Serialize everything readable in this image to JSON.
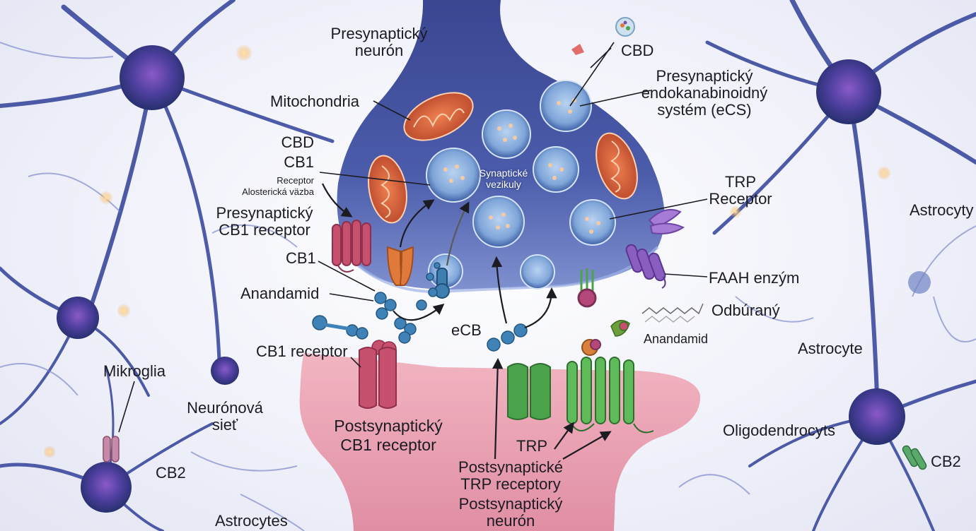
{
  "labels": {
    "presynaptic_neuron": [
      "Presynaptický",
      "neurón"
    ],
    "cbd_top": "CBD",
    "presynaptic_ecs": [
      "Presynaptický",
      "endokanabinoidný",
      "systém (eCS)"
    ],
    "mitochondria": "Mitochondria",
    "cbd_left": "CBD",
    "cb1_left": "CB1",
    "receptor_small": "Receptor",
    "allosteric_binding": "Alosterická väzba",
    "presynaptic_cb1": [
      "Presynaptický",
      "CB1 receptor"
    ],
    "synaptic_vesicles": [
      "Synaptické",
      "vezikuly"
    ],
    "trp_receptor": [
      "TRP",
      "Receptor"
    ],
    "astrocyte_right_edge": "Astrocyty",
    "cb1_mid": "CB1",
    "faah": "FAAH enzým",
    "anandamide_left": "Anandamid",
    "degraded": "Odbúraný",
    "ecb": "eCB",
    "anandamide_right": "Anandamid",
    "cb1_receptor": "CB1 receptor",
    "astrocyte_right": "Astrocyte",
    "microglia": "Mikroglia",
    "neural_network": [
      "Neurónová",
      "sieť"
    ],
    "postsynaptic_cb1": [
      "Postsynaptický",
      "CB1 receptor"
    ],
    "oligodendrocytes": "Oligodendrocyts",
    "cb2_left": "CB2",
    "trp": "TRP",
    "cb2_right": "CB2",
    "postsynaptic_trp": [
      "Postsynaptické",
      "TRP receptory"
    ],
    "astrocytes_bottom": "Astrocytes",
    "postsynaptic_neuron": [
      "Postsynaptický",
      "neurón"
    ]
  },
  "colors": {
    "presynaptic_terminal": "#3e4d9a",
    "postsynaptic_terminal": "#e89aae",
    "cb1_receptor_pink": "#c7506f",
    "orange_receptor": "#e07a3a",
    "green_trp_receptor": "#4aa34a",
    "purple_faah": "#7b4fb0",
    "mitochondria": "#d9603a",
    "neuron_glow": "#f6a23c",
    "vesicle": "#7fa6d9"
  }
}
